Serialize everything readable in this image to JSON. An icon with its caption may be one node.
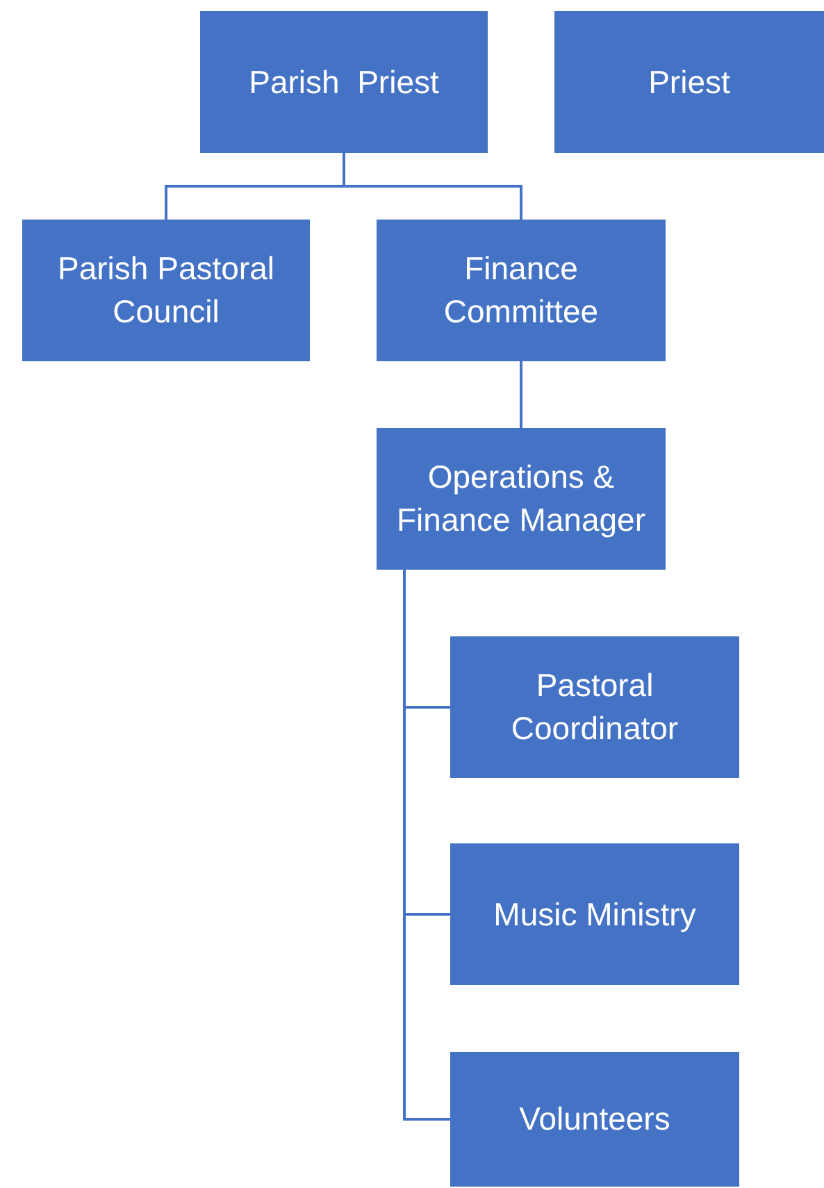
{
  "diagram": {
    "nodes": [
      {
        "text": [
          "Parish  Priest"
        ]
      },
      {
        "text": [
          "Priest"
        ]
      },
      {
        "text": [
          "Parish Pastoral Council"
        ]
      },
      {
        "text": [
          "Finance Committee"
        ]
      },
      {
        "text": [
          "Operations & Finance Manager"
        ]
      },
      {
        "text": [
          "Pastoral Coordinator"
        ]
      },
      {
        "text": [
          "Music Ministry"
        ]
      },
      {
        "text": [
          "Volunteers"
        ]
      }
    ],
    "edges": [
      {
        "from": 0,
        "to": 2,
        "arrow": "none"
      },
      {
        "from": 0,
        "to": 3,
        "arrow": "none"
      },
      {
        "from": 3,
        "to": 4,
        "arrow": "none"
      },
      {
        "from": 4,
        "to": 5,
        "arrow": "none"
      },
      {
        "from": 4,
        "to": 6,
        "arrow": "none"
      },
      {
        "from": 4,
        "to": 7,
        "arrow": "none"
      }
    ]
  }
}
